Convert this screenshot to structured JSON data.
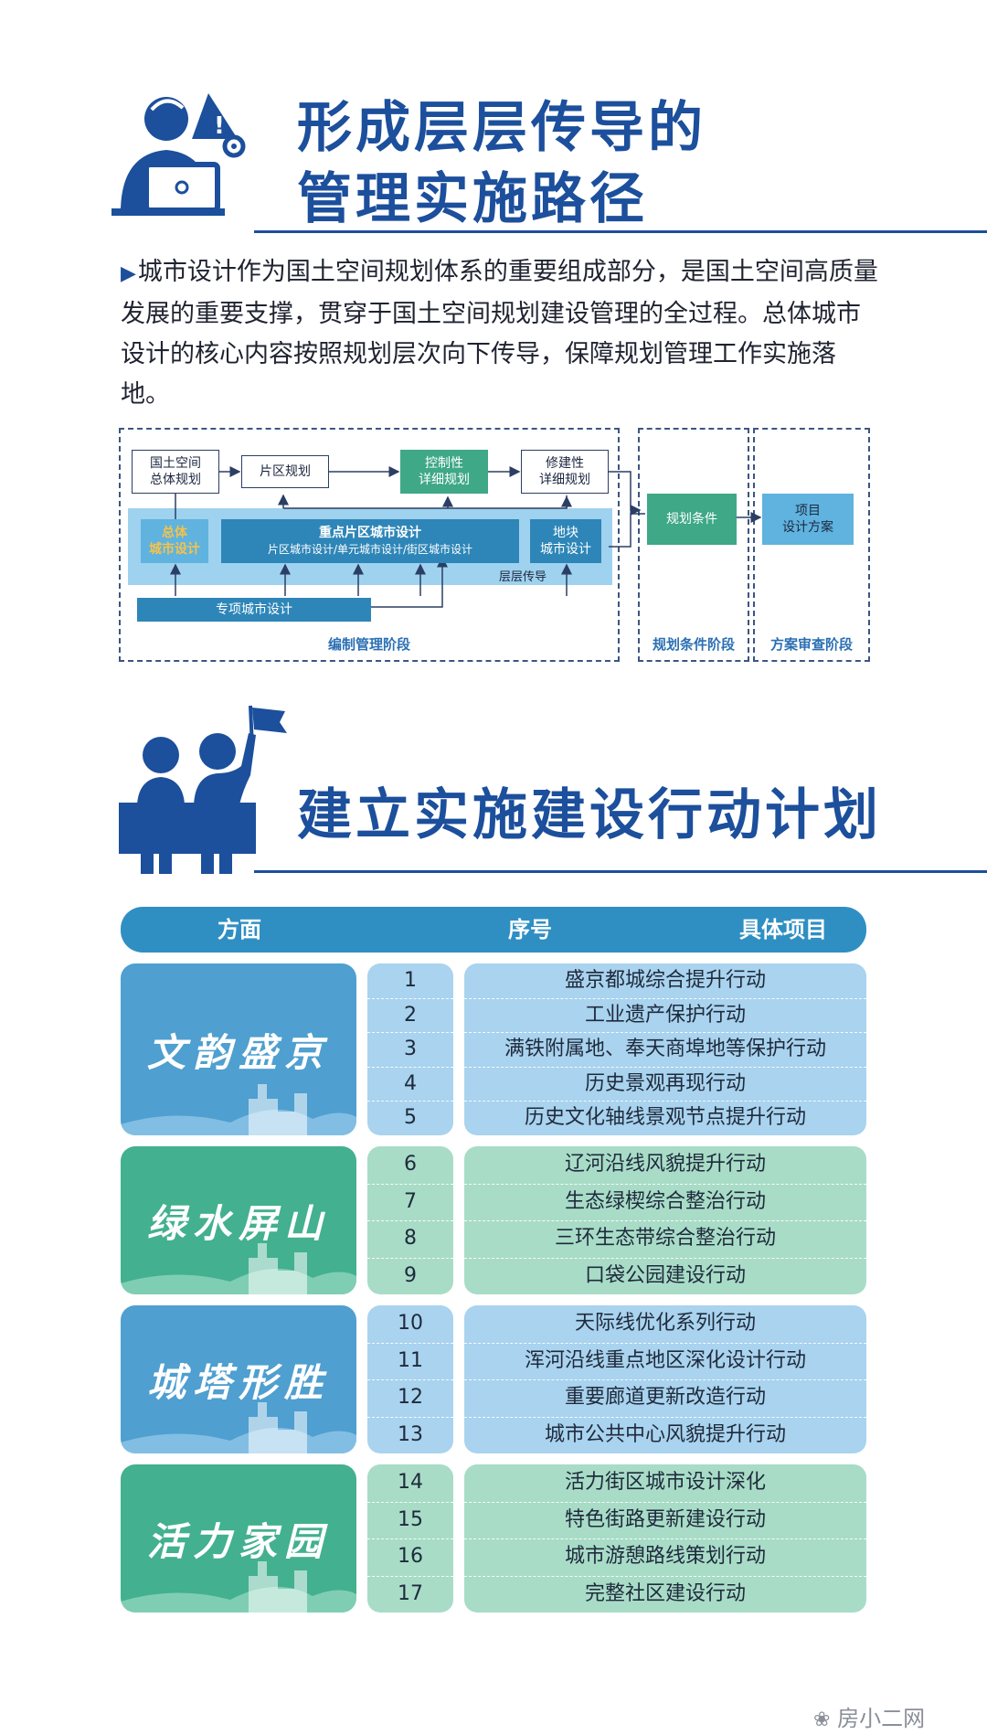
{
  "section1": {
    "title_line1": "形成层层传导的",
    "title_line2": "管理实施路径",
    "paragraph": "城市设计作为国土空间规划体系的重要组成部分，是国土空间高质量发展的重要支撑，贯穿于国土空间规划建设管理的全过程。总体城市设计的核心内容按照规划层次向下传导，保障规划管理工作实施落地。"
  },
  "flow": {
    "box_national_1": "国土空间",
    "box_national_2": "总体规划",
    "box_district": "片区规划",
    "box_control_1": "控制性",
    "box_control_2": "详细规划",
    "box_construct_1": "修建性",
    "box_construct_2": "详细规划",
    "box_overall_1": "总体",
    "box_overall_2": "城市设计",
    "box_key_title": "重点片区城市设计",
    "box_key_sub": "片区城市设计/单元城市设计/街区城市设计",
    "box_plot_1": "地块",
    "box_plot_2": "城市设计",
    "band_label": "层层传导",
    "box_special": "专项城市设计",
    "box_conditions": "规划条件",
    "box_project_1": "项目",
    "box_project_2": "设计方案",
    "stage_compile": "编制管理阶段",
    "stage_conditions": "规划条件阶段",
    "stage_review": "方案审查阶段"
  },
  "section2": {
    "title": "建立实施建设行动计划"
  },
  "table": {
    "headers": [
      "方面",
      "序号",
      "具体项目"
    ],
    "groups": [
      {
        "name": "文韵盛京",
        "color": "#4f9fd0",
        "items": [
          {
            "no": "1",
            "text": "盛京都城综合提升行动"
          },
          {
            "no": "2",
            "text": "工业遗产保护行动"
          },
          {
            "no": "3",
            "text": "满铁附属地、奉天商埠地等保护行动"
          },
          {
            "no": "4",
            "text": "历史景观再现行动"
          },
          {
            "no": "5",
            "text": "历史文化轴线景观节点提升行动"
          }
        ]
      },
      {
        "name": "绿水屏山",
        "color": "#43b08f",
        "items": [
          {
            "no": "6",
            "text": "辽河沿线风貌提升行动"
          },
          {
            "no": "7",
            "text": "生态绿楔综合整治行动"
          },
          {
            "no": "8",
            "text": "三环生态带综合整治行动"
          },
          {
            "no": "9",
            "text": "口袋公园建设行动"
          }
        ]
      },
      {
        "name": "城塔形胜",
        "color": "#4f9fd0",
        "items": [
          {
            "no": "10",
            "text": "天际线优化系列行动"
          },
          {
            "no": "11",
            "text": "浑河沿线重点地区深化设计行动"
          },
          {
            "no": "12",
            "text": "重要廊道更新改造行动"
          },
          {
            "no": "13",
            "text": "城市公共中心风貌提升行动"
          }
        ]
      },
      {
        "name": "活力家园",
        "color": "#43b08f",
        "items": [
          {
            "no": "14",
            "text": "活力街区城市设计深化"
          },
          {
            "no": "15",
            "text": "特色街路更新建设行动"
          },
          {
            "no": "16",
            "text": "城市游憩路线策划行动"
          },
          {
            "no": "17",
            "text": "完整社区建设行动"
          }
        ]
      }
    ]
  },
  "watermark": "房小二网"
}
